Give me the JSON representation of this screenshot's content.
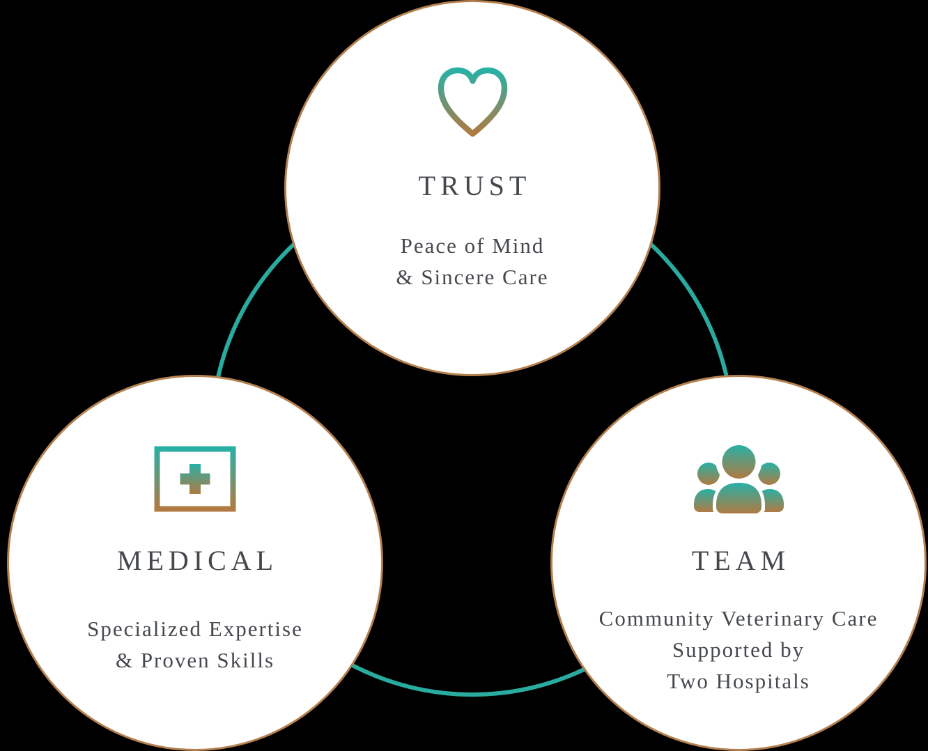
{
  "diagram": {
    "circles": [
      {
        "id": "trust",
        "icon": "heart-icon",
        "title": "TRUST",
        "subtitle_lines": [
          "Peace of Mind",
          "& Sincere Care"
        ]
      },
      {
        "id": "medical",
        "icon": "first-aid-kit-icon",
        "title": "MEDICAL",
        "subtitle_lines": [
          "Specialized Expertise",
          "& Proven Skills"
        ]
      },
      {
        "id": "team",
        "icon": "people-group-icon",
        "title": "TEAM",
        "subtitle_lines": [
          "Community Veterinary Care",
          "Supported by",
          "Two Hospitals"
        ]
      }
    ],
    "colors": {
      "background": "#000000",
      "circle_fill": "#ffffff",
      "circle_border": "#b5804f",
      "ring": "#2aab9f",
      "icon_gradient_top": "#29b0a5",
      "icon_gradient_bottom": "#b07a42",
      "text": "#45494e"
    }
  }
}
